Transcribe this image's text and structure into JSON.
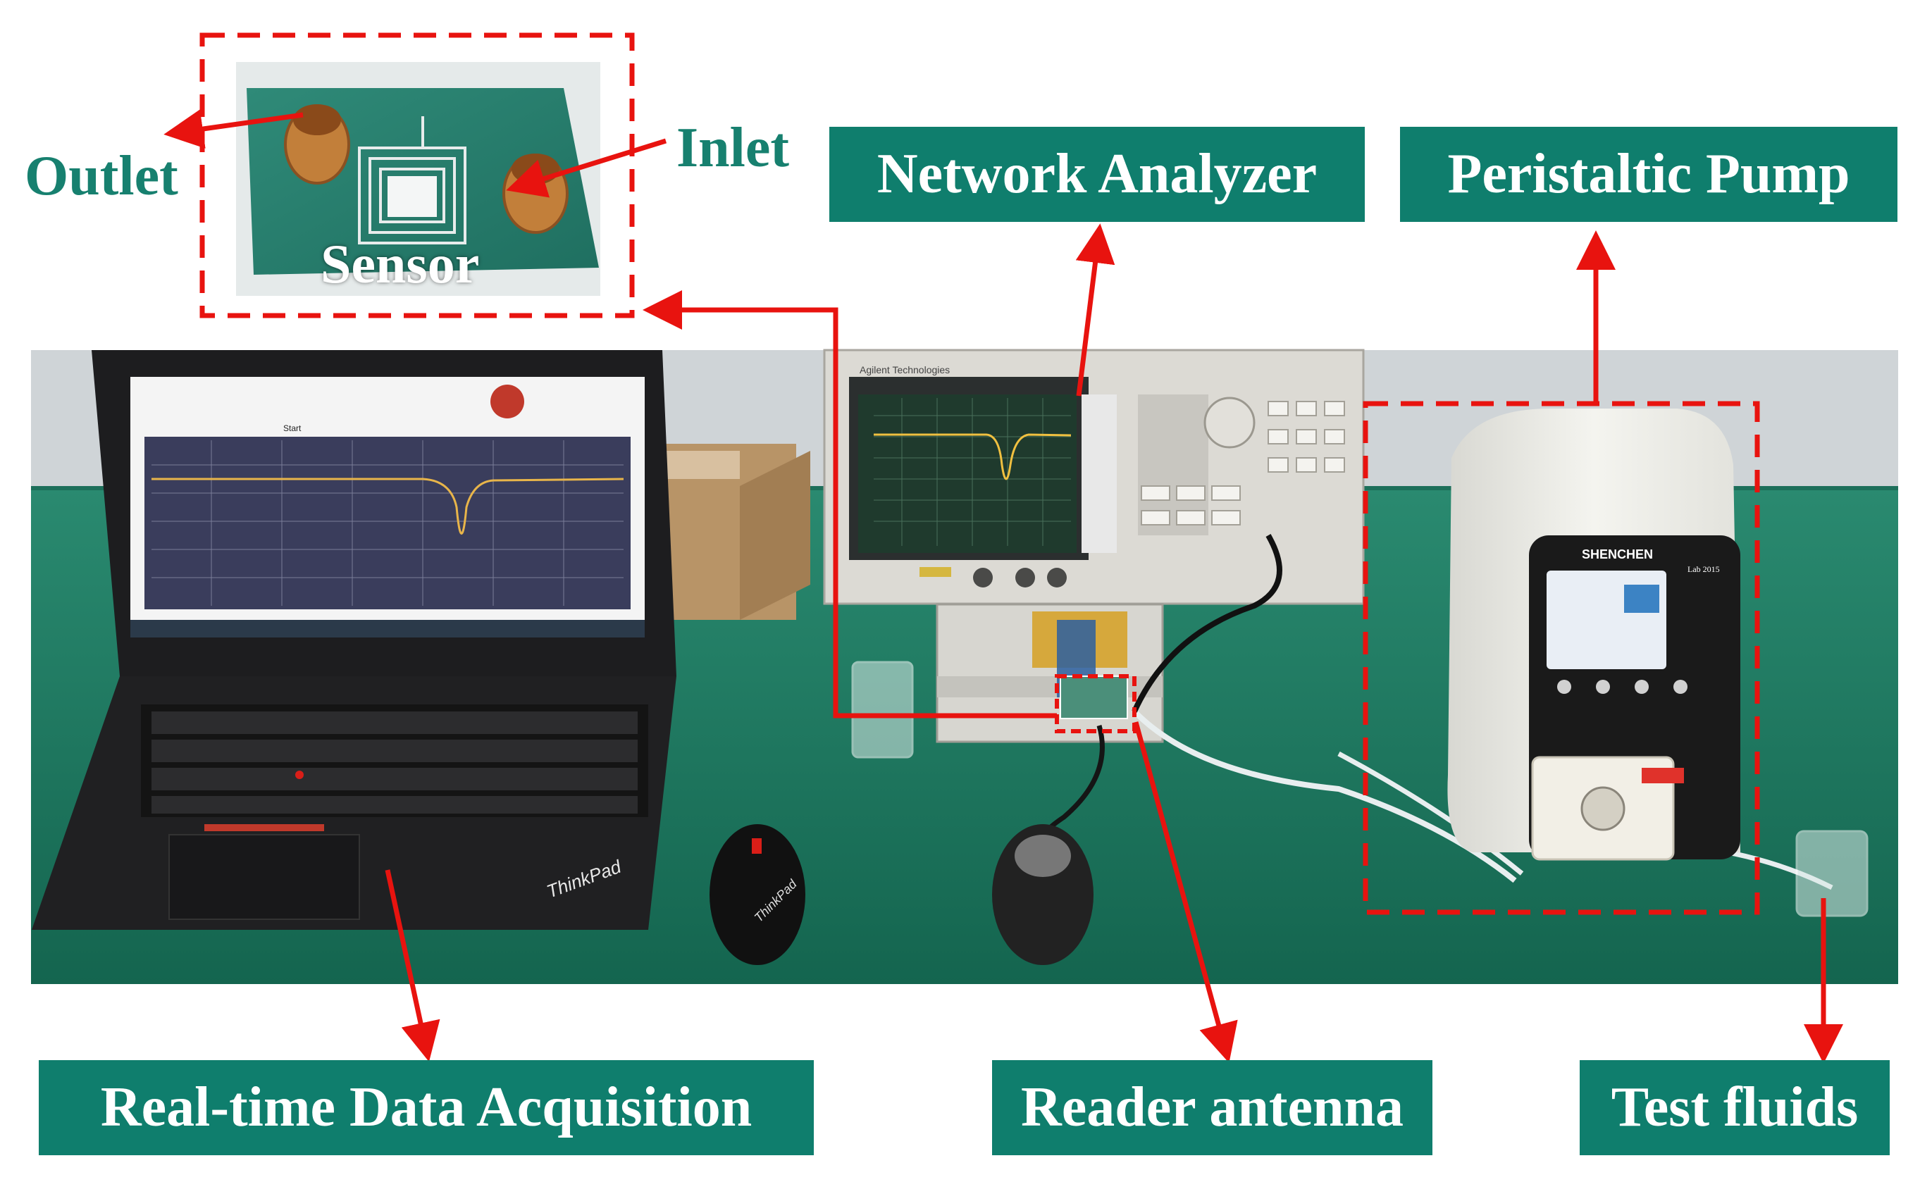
{
  "colors": {
    "label_bg": "#0f7e6d",
    "outlet_text": "#17806f",
    "arrow_red": "#e8130f",
    "bench_green": "#1a7a62"
  },
  "labels": {
    "outlet": "Outlet",
    "inlet": "Inlet",
    "sensor": "Sensor",
    "network_analyzer": "Network Analyzer",
    "peristaltic_pump": "Peristaltic Pump",
    "realtime_daq": "Real-time Data Acquisition",
    "reader_antenna": "Reader antenna",
    "test_fluids": "Test fluids"
  },
  "device_text": {
    "laptop_brand": "ThinkPad",
    "mouse_brand": "ThinkPad",
    "pump_brand": "SHENCHEN",
    "pump_model": "Lab 2015",
    "analyzer_brand": "Agilent Technologies",
    "software_start": "Start"
  },
  "icons": {
    "arrows": "red-arrow-icon"
  }
}
